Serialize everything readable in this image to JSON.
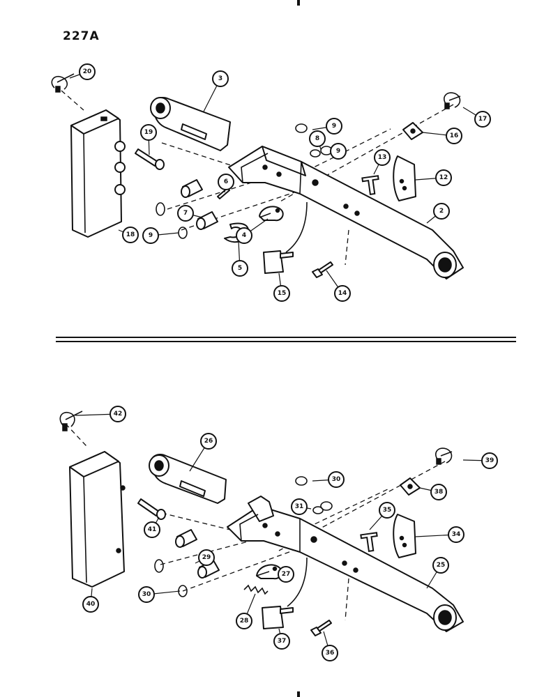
{
  "page": {
    "number": "227A"
  },
  "upper_assembly": {
    "callouts": [
      "20",
      "3",
      "17",
      "9",
      "8",
      "9",
      "16",
      "19",
      "6",
      "13",
      "12",
      "7",
      "2",
      "9",
      "4",
      "18",
      "5",
      "15",
      "14"
    ]
  },
  "lower_assembly": {
    "callouts": [
      "42",
      "26",
      "39",
      "30",
      "38",
      "31",
      "35",
      "34",
      "41",
      "29",
      "25",
      "27",
      "30",
      "28",
      "40",
      "37",
      "36"
    ]
  }
}
